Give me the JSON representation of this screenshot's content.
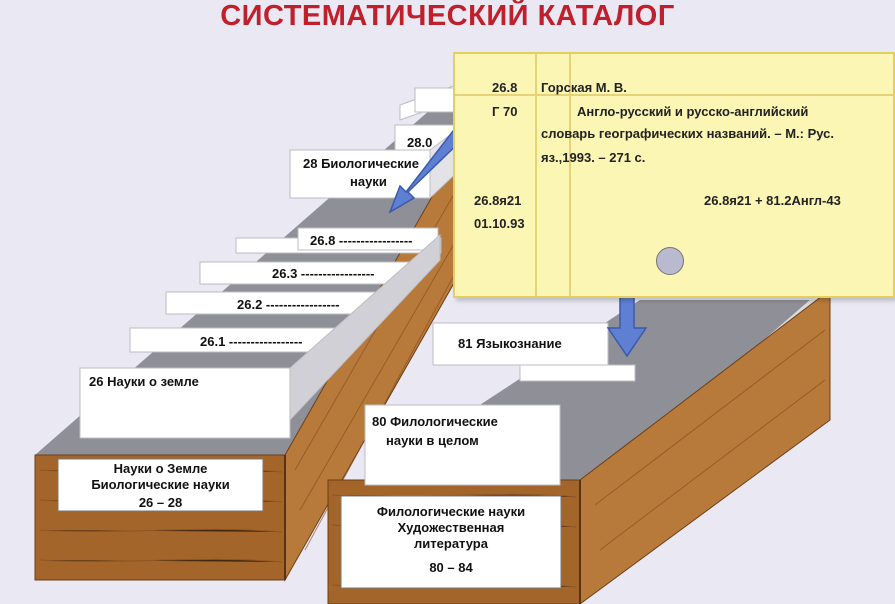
{
  "title": "СИСТЕМАТИЧЕСКИЙ КАТАЛОГ",
  "colors": {
    "title": "#c0202b",
    "wood": "#a4652a",
    "card": "#fbf6b4",
    "arrow": "#5f7fd2"
  },
  "left_drawer": {
    "cards": {
      "c26": "26 Науки о земле",
      "c261": "26.1 -----------------",
      "c262": "26.2 -----------------",
      "c263": "26.3 -----------------",
      "c268": "26.8 -----------------",
      "c28_line1": "28 Биологические",
      "c28_line2": "науки",
      "c280": "28.0"
    },
    "label_line1": "Науки о Земле",
    "label_line2": "Биологические науки",
    "label_range": "26 – 28"
  },
  "right_drawer": {
    "cards": {
      "c81": "81 Языкознание",
      "c80_line1": "80 Филологические",
      "c80_line2": "науки в целом"
    },
    "label_line1": "Филологические науки",
    "label_line2": "Художественная",
    "label_line3": "литература",
    "label_range": "80 – 84"
  },
  "catalog_card": {
    "index": "26.8",
    "author_mark": "Г 70",
    "author": "Горская М. В.",
    "line1": "Англо-русский и русско-английский",
    "line2": "словарь географических названий. – М.: Рус.",
    "line3": "яз.,1993. – 271 с.",
    "shelf_code": "26.8я21",
    "date": "01.10.93",
    "class_code": "26.8я21 + 81.2Англ-43"
  }
}
